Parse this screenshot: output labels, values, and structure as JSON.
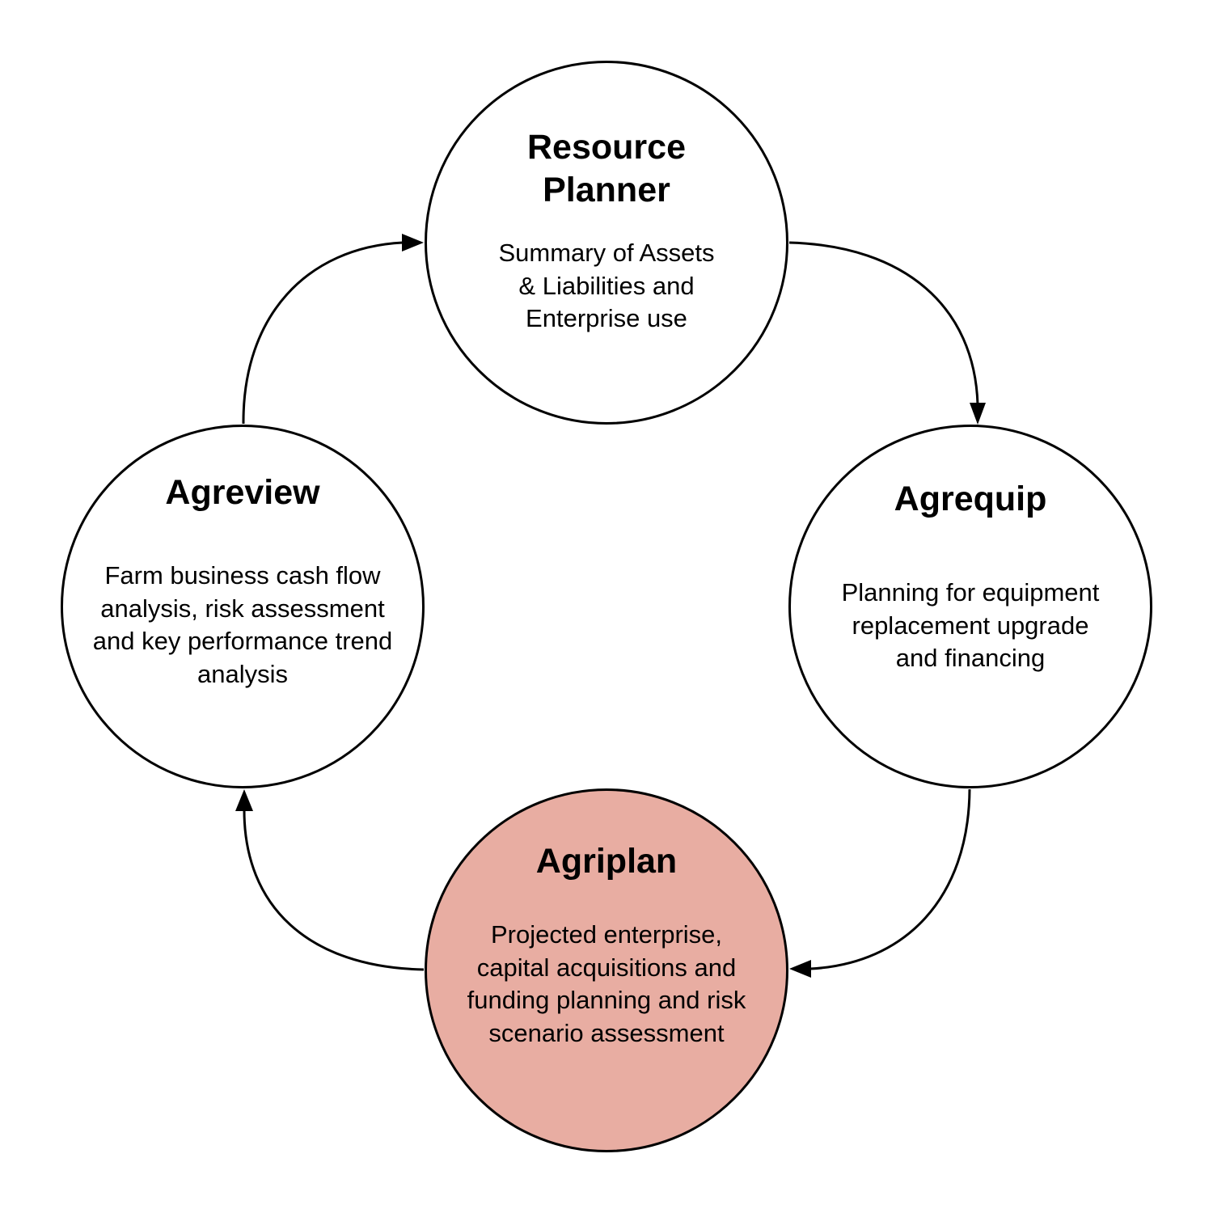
{
  "colors": {
    "stroke": "#000000",
    "default_fill": "#ffffff",
    "highlight_fill": "#e8ada2"
  },
  "nodes": {
    "resource_planner": {
      "title": "Resource\nPlanner",
      "description": "Summary of Assets\n& Liabilities and\nEnterprise use"
    },
    "agrequip": {
      "title": "Agrequip",
      "description": "Planning for equipment\nreplacement upgrade\nand financing"
    },
    "agriplan": {
      "title": "Agriplan",
      "description": "Projected enterprise,\ncapital acquisitions and\nfunding planning and risk\nscenario assessment",
      "highlighted": true
    },
    "agreview": {
      "title": "Agreview",
      "description": "Farm business cash flow\nanalysis, risk assessment\nand key performance trend\nanalysis"
    }
  },
  "edges": [
    {
      "from": "resource_planner",
      "to": "agrequip"
    },
    {
      "from": "agrequip",
      "to": "agriplan"
    },
    {
      "from": "agriplan",
      "to": "agreview"
    },
    {
      "from": "agreview",
      "to": "resource_planner"
    }
  ]
}
